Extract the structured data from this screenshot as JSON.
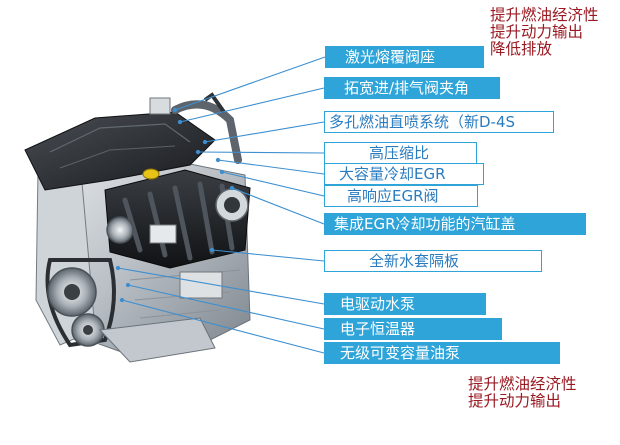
{
  "notes": {
    "top": [
      "提升燃油经济性",
      "提升动力输出",
      "降低排放"
    ],
    "bottom": [
      "提升燃油经济性",
      "提升动力输出"
    ]
  },
  "labels": [
    {
      "id": "laser-clad-valve-seat",
      "text": "激光熔覆阀座",
      "style": "filled"
    },
    {
      "id": "widened-valve-angle",
      "text": "拓宽进/排气阀夹角",
      "style": "filled"
    },
    {
      "id": "multi-hole-injection",
      "text": "多孔燃油直喷系统（新D-4S",
      "style": "outlined"
    },
    {
      "id": "high-compression",
      "text": "高压缩比",
      "style": "outlined"
    },
    {
      "id": "large-egr",
      "text": "大容量冷却EGR",
      "style": "outlined"
    },
    {
      "id": "egr-valve",
      "text": "高响应EGR阀",
      "style": "outlined"
    },
    {
      "id": "egr-cylinder-head",
      "text": "集成EGR冷却功能的汽缸盖",
      "style": "filled"
    },
    {
      "id": "water-jacket-spacer",
      "text": "全新水套隔板",
      "style": "outlined"
    },
    {
      "id": "electric-water-pump",
      "text": "电驱动水泵",
      "style": "filled"
    },
    {
      "id": "electronic-thermostat",
      "text": "电子恒温器",
      "style": "filled"
    },
    {
      "id": "variable-oil-pump",
      "text": "无级可变容量油泵",
      "style": "filled"
    }
  ],
  "colors": {
    "label_fill": "#2fa4d8",
    "outline_text": "#2a7cc0",
    "note_text": "#9a1a22",
    "leader_line": "#3d8fd0"
  }
}
